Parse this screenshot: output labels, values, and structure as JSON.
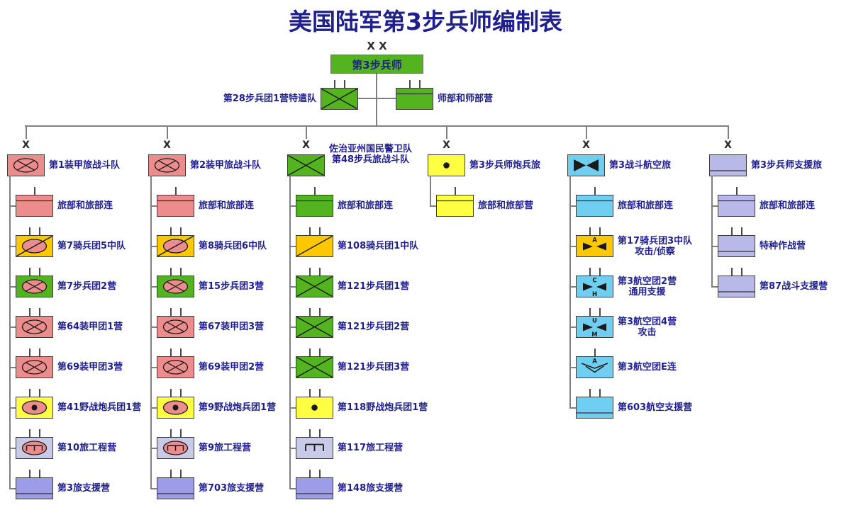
{
  "title": "美国陆军第3步兵师编制表",
  "colors": {
    "green": "#53b41f",
    "pink": "#ec8c8c",
    "gold": "#fdc800",
    "lemon": "#feff42",
    "blue": "#70cef0",
    "lavender": "#b9b9e9",
    "lavender_light": "#c9c9e8",
    "lavender_dark": "#9c9ce8",
    "line": "#808080",
    "text": "#1f1f8f"
  },
  "division": {
    "echelon": "X X",
    "label": "第3步兵师",
    "symbol": "plain",
    "fill": "green"
  },
  "attachments": [
    {
      "label": "第28步兵团1营特遣队",
      "symbol": "infantry",
      "fill": "green",
      "ticks": 2,
      "label_side": "left"
    },
    {
      "label": "师部和师部营",
      "symbol": "stripe-top",
      "fill": "green",
      "ticks": 2,
      "label_side": "right"
    }
  ],
  "columns": [
    {
      "brigade": {
        "echelon": "X",
        "label": "第1装甲旅战斗队",
        "symbol": "armor",
        "fill": "pink"
      },
      "children": [
        {
          "label": "旅部和旅部连",
          "symbol": "stripe-top",
          "fill": "pink",
          "ticks": 1
        },
        {
          "label": "第7骑兵团5中队",
          "symbol": "cavalry-armored",
          "fill": "gold",
          "ticks": 2
        },
        {
          "label": "第7步兵团2营",
          "symbol": "mech-infantry",
          "fill": "green",
          "ticks": 2
        },
        {
          "label": "第64装甲团1营",
          "symbol": "armor",
          "fill": "pink",
          "ticks": 2
        },
        {
          "label": "第69装甲团3营",
          "symbol": "armor",
          "fill": "pink",
          "ticks": 2
        },
        {
          "label": "第41野战炮兵团1营",
          "symbol": "artillery-sp",
          "fill": "lemon",
          "ticks": 2
        },
        {
          "label": "第10旅工程营",
          "symbol": "engineer-armored",
          "fill": "lavender_light",
          "ticks": 2
        },
        {
          "label": "第3旅支援营",
          "symbol": "stripe-bottom",
          "fill": "lavender_dark",
          "ticks": 2
        }
      ]
    },
    {
      "brigade": {
        "echelon": "X",
        "label": "第2装甲旅战斗队",
        "symbol": "armor",
        "fill": "pink"
      },
      "children": [
        {
          "label": "旅部和旅部连",
          "symbol": "stripe-top",
          "fill": "pink",
          "ticks": 1
        },
        {
          "label": "第8骑兵团6中队",
          "symbol": "cavalry-armored",
          "fill": "gold",
          "ticks": 2
        },
        {
          "label": "第15步兵团3营",
          "symbol": "mech-infantry",
          "fill": "green",
          "ticks": 2
        },
        {
          "label": "第67装甲团3营",
          "symbol": "armor",
          "fill": "pink",
          "ticks": 2
        },
        {
          "label": "第69装甲团2营",
          "symbol": "armor",
          "fill": "pink",
          "ticks": 2
        },
        {
          "label": "第9野战炮兵团1营",
          "symbol": "artillery-sp",
          "fill": "lemon",
          "ticks": 2
        },
        {
          "label": "第9旅工程营",
          "symbol": "engineer-armored",
          "fill": "lavender_light",
          "ticks": 2
        },
        {
          "label": "第703旅支援营",
          "symbol": "stripe-bottom",
          "fill": "lavender_dark",
          "ticks": 2
        }
      ]
    },
    {
      "brigade": {
        "echelon": "X",
        "label": "佐治亚州国民警卫队",
        "label2": "第48步兵旅战斗队",
        "symbol": "infantry",
        "fill": "green"
      },
      "children": [
        {
          "label": "旅部和旅部连",
          "symbol": "stripe-top",
          "fill": "green",
          "ticks": 1
        },
        {
          "label": "第108骑兵团1中队",
          "symbol": "cavalry",
          "fill": "gold",
          "ticks": 2
        },
        {
          "label": "第121步兵团1营",
          "symbol": "infantry",
          "fill": "green",
          "ticks": 2
        },
        {
          "label": "第121步兵团2营",
          "symbol": "infantry",
          "fill": "green",
          "ticks": 2
        },
        {
          "label": "第121步兵团3营",
          "symbol": "infantry",
          "fill": "green",
          "ticks": 2
        },
        {
          "label": "第118野战炮兵团1营",
          "symbol": "artillery",
          "fill": "lemon",
          "ticks": 2
        },
        {
          "label": "第117旅工程营",
          "symbol": "engineer",
          "fill": "lavender_light",
          "ticks": 2
        },
        {
          "label": "第148旅支援营",
          "symbol": "stripe-bottom",
          "fill": "lavender_dark",
          "ticks": 2
        }
      ]
    },
    {
      "brigade": {
        "echelon": "X",
        "label": "第3步兵师炮兵旅",
        "symbol": "artillery",
        "fill": "lemon"
      },
      "children": [
        {
          "label": "旅部和旅部营",
          "symbol": "stripe-top",
          "fill": "lemon",
          "ticks": 1
        }
      ]
    },
    {
      "brigade": {
        "echelon": "X",
        "label": "第3战斗航空旅",
        "symbol": "aviation",
        "fill": "blue"
      },
      "children": [
        {
          "label": "旅部和旅部连",
          "symbol": "stripe-top",
          "fill": "blue",
          "ticks": 1
        },
        {
          "label": "第17骑兵团3中队",
          "label2": "攻击/侦察",
          "symbol": "aviation",
          "letters": {
            "top": "A"
          },
          "fill": "gold",
          "ticks": 2
        },
        {
          "label": "第3航空团2营",
          "label2": "通用支援",
          "symbol": "aviation",
          "letters": {
            "top": "C",
            "bottom": "H"
          },
          "fill": "blue",
          "ticks": 2
        },
        {
          "label": "第3航空团4营",
          "label2": "攻击",
          "symbol": "aviation",
          "letters": {
            "top": "U",
            "bottom": "M"
          },
          "fill": "blue",
          "ticks": 2
        },
        {
          "label": "第3航空团E连",
          "symbol": "uav",
          "letters": {
            "top": "A"
          },
          "fill": "blue",
          "ticks": 1
        },
        {
          "label": "第603航空支援营",
          "symbol": "stripe-bottom",
          "fill": "blue",
          "ticks": 2
        }
      ]
    },
    {
      "brigade": {
        "echelon": "X",
        "label": "第3步兵师支援旅",
        "symbol": "stripe-bottom",
        "fill": "lavender"
      },
      "children": [
        {
          "label": "旅部和旅部连",
          "symbol": "stripe-top",
          "fill": "lavender",
          "ticks": 1
        },
        {
          "label": "特种作战营",
          "symbol": "stripe-bottom",
          "fill": "lavender",
          "ticks": 2
        },
        {
          "label": "第87战斗支援营",
          "symbol": "stripe-bottom",
          "fill": "lavender",
          "ticks": 2
        }
      ]
    }
  ]
}
